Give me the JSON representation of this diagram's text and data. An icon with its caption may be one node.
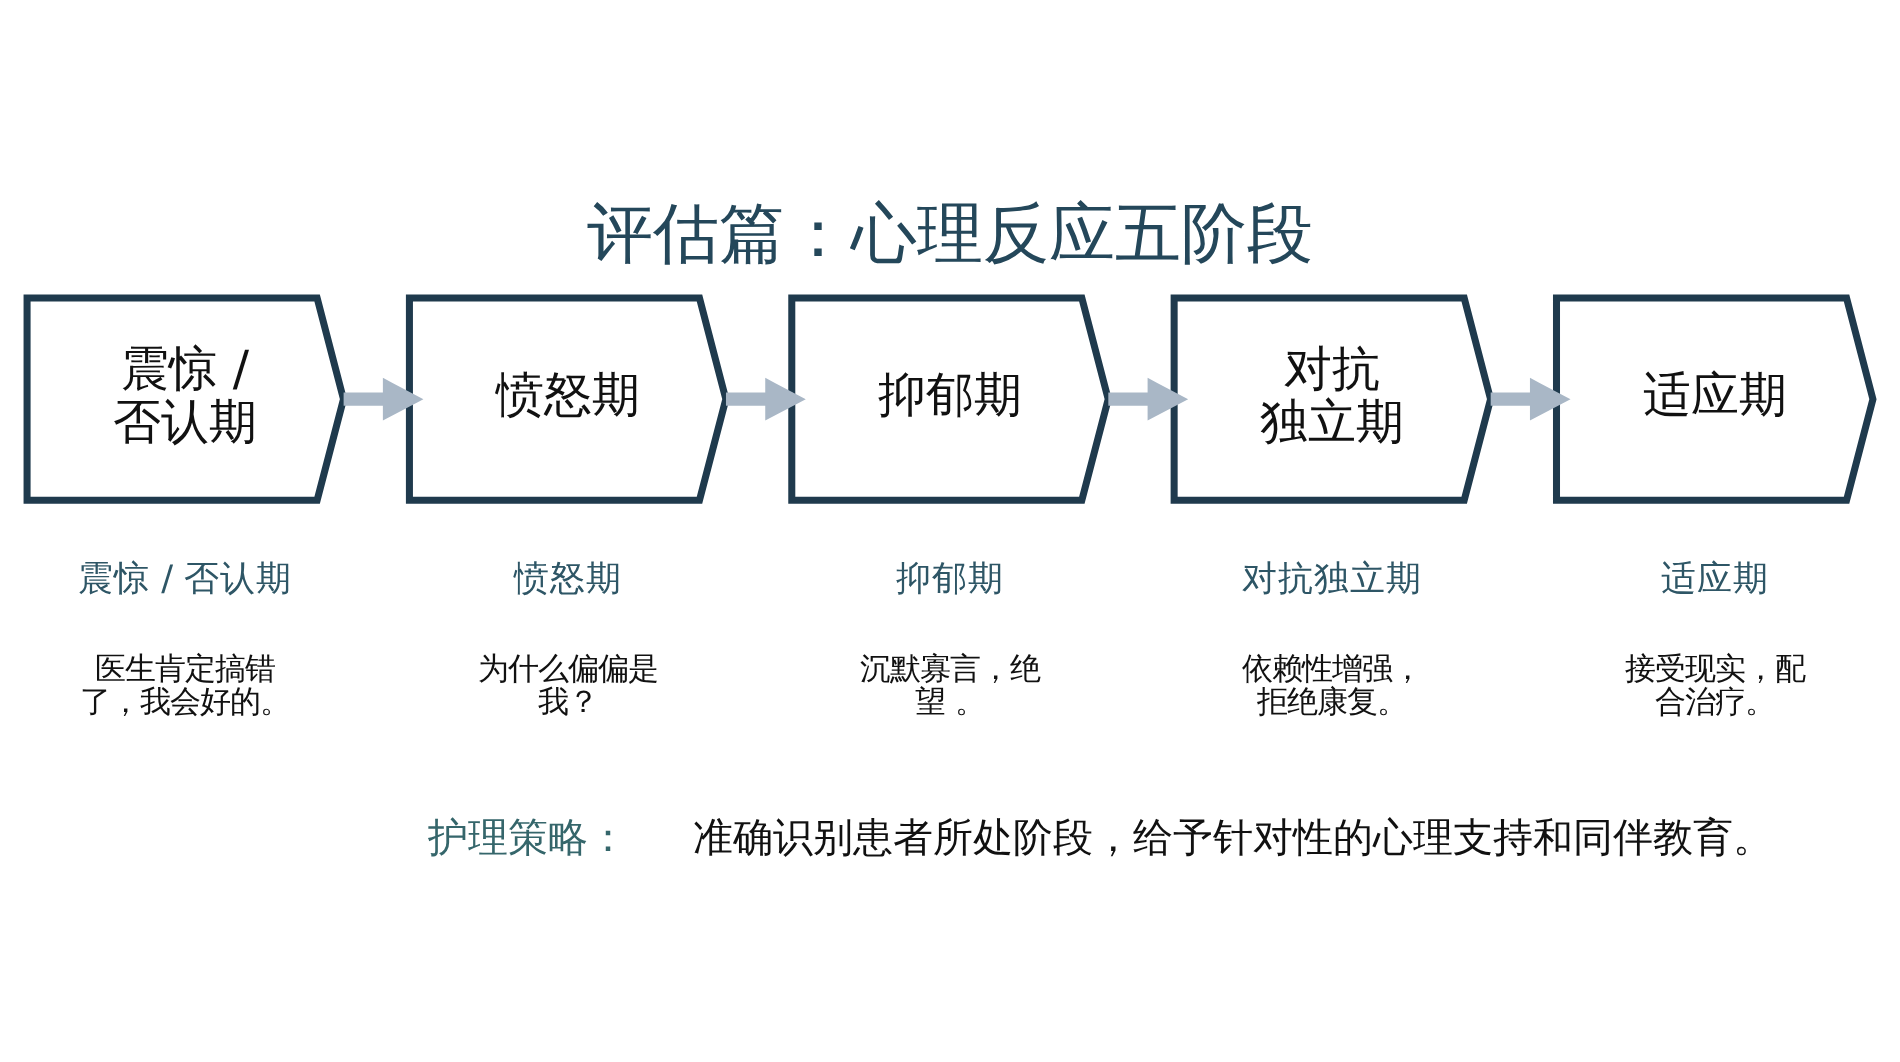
{
  "diagram": {
    "title": "评估篇：心理反应五阶段",
    "nodes": [
      {
        "text": [
          "震惊 / 否认期"
        ]
      },
      {
        "text": [
          "愤怒期"
        ]
      },
      {
        "text": [
          "抑郁期"
        ]
      },
      {
        "text": [
          "对抗独立期"
        ]
      },
      {
        "text": [
          "适应期"
        ]
      }
    ],
    "edges": [
      {
        "from": 0,
        "to": 1,
        "arrow": "to"
      },
      {
        "from": 1,
        "to": 2,
        "arrow": "to"
      },
      {
        "from": 2,
        "to": 3,
        "arrow": "to"
      },
      {
        "from": 3,
        "to": 4,
        "arrow": "to"
      }
    ],
    "labels": [
      "震惊 / 否认期",
      "愤怒期",
      "抑郁期",
      "对抗独立期",
      "适应期",
      "医生肯定搞错了，我会好的。",
      "为什么偏偏是我？",
      "沉默寡言，绝望 。",
      "依赖性增强，拒绝康复。",
      "接受现实，配合治疗。",
      "护理策略：",
      "准确识别患者所处阶段，给予针对性的心理支持和同伴教育。"
    ]
  }
}
